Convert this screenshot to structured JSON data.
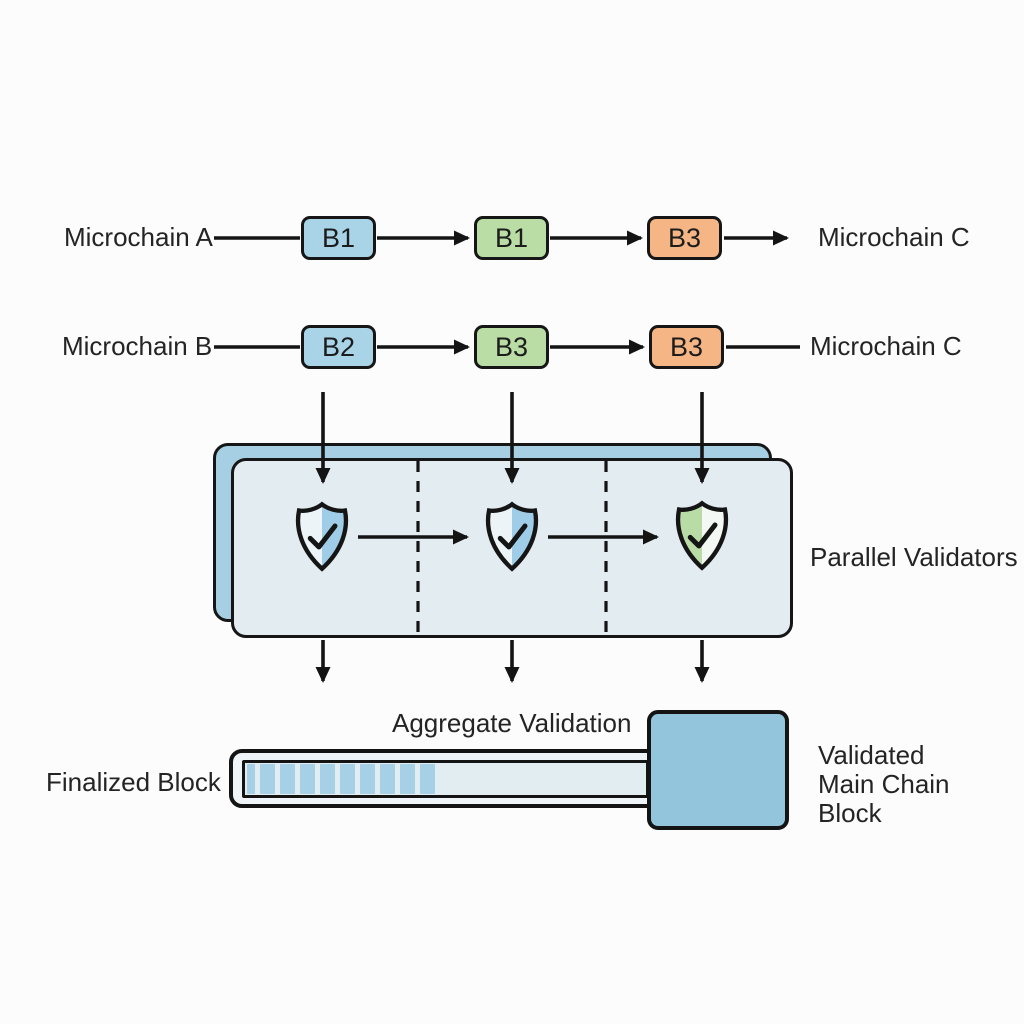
{
  "colors": {
    "background": "#fcfcfd",
    "line": "#161616",
    "text": "#242424",
    "block_blue": "#a9d4e8",
    "block_green": "#b9dda5",
    "block_orange": "#f5b585",
    "card_back": "#a7cfe3",
    "card_front": "#e3edf1",
    "shield_blue_half": "#9fcde8",
    "shield_light_half": "#ecf4f8",
    "shield_green_half": "#b9dca6",
    "bar_fill": "#eef4f7",
    "bar_segment": "#a6d0e6",
    "main_block_fill": "#93c6dc"
  },
  "chains": [
    {
      "left_label": "Microchain A",
      "right_label": "Microchain C",
      "blocks": [
        {
          "label": "B1",
          "color": "#a9d4e8"
        },
        {
          "label": "B1",
          "color": "#b9dda5"
        },
        {
          "label": "B3",
          "color": "#f5b585"
        }
      ]
    },
    {
      "left_label": "Microchain B",
      "right_label": "Microchain C",
      "blocks": [
        {
          "label": "B2",
          "color": "#a9d4e8"
        },
        {
          "label": "B3",
          "color": "#b9dda5"
        },
        {
          "label": "B3",
          "color": "#f5b585"
        }
      ]
    }
  ],
  "validators": {
    "label": "Parallel Validators",
    "shields": [
      {
        "icon": "shield-check-icon",
        "variant": "blue"
      },
      {
        "icon": "shield-check-icon",
        "variant": "blue"
      },
      {
        "icon": "shield-check-icon",
        "variant": "green"
      }
    ]
  },
  "aggregate_label": "Aggregate Validation",
  "finalized_block": {
    "label": "Finalized Block",
    "segment_count": 10
  },
  "validated_block": {
    "lines": [
      "Validated",
      "Main Chain",
      "Block"
    ]
  }
}
